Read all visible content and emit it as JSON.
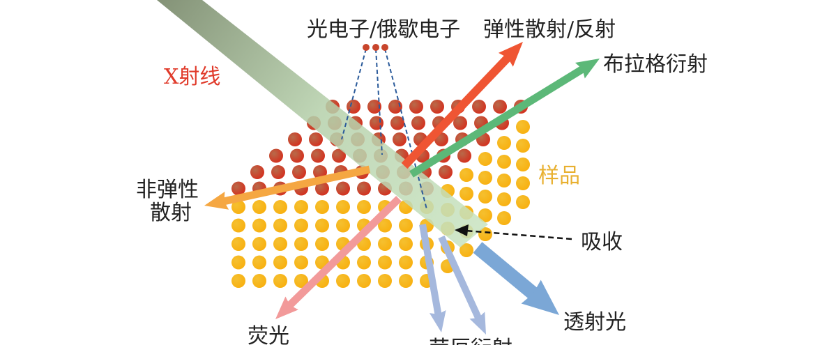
{
  "labels": {
    "photoelectron": "光电子/俄歇电子",
    "elastic": "弹性散射/反射",
    "bragg": "布拉格衍射",
    "xray": "X射线",
    "sample": "样品",
    "inelastic_1": "非弹性",
    "inelastic_2": "散射",
    "absorption": "吸收",
    "transmitted": "透射光",
    "fluorescence": "荧光",
    "laue": "劳厄衍射"
  },
  "colors": {
    "xray_beam_start": "#6f8060",
    "xray_beam_end": "#c8e3c0",
    "xray_label": "#e03a2a",
    "sample_label": "#e8b030",
    "surface_atom": "#c8452c",
    "bulk_atom": "#f5b820",
    "elastic": "#ef5533",
    "bragg": "#5cb878",
    "inelastic": "#f5a742",
    "fluorescence": "#f29a9a",
    "laue": "#a5b8dd",
    "transmitted": "#7ba7d6",
    "electron_path": "#2a5a9a"
  }
}
